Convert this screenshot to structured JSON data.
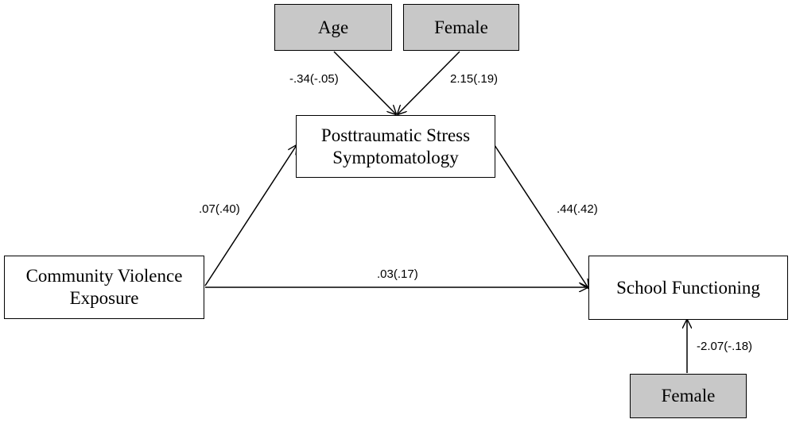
{
  "nodes": {
    "age": {
      "label": "Age"
    },
    "female_top": {
      "label": "Female"
    },
    "ptss": {
      "line1": "Posttraumatic Stress",
      "line2": "Symptomatology"
    },
    "cve": {
      "line1": "Community Violence",
      "line2": "Exposure"
    },
    "school": {
      "label": "School Functioning"
    },
    "female_bottom": {
      "label": "Female"
    }
  },
  "coefficients": {
    "age_to_ptss": "-.34(-.05)",
    "female_to_ptss": "2.15(.19)",
    "cve_to_ptss": ".07(.40)",
    "ptss_to_school": ".44(.42)",
    "cve_to_school": ".03(.17)",
    "female_to_school": "-2.07(-.18)"
  },
  "colors": {
    "covariate_fill": "#c8c8c8",
    "node_fill": "#ffffff",
    "stroke": "#000000"
  }
}
